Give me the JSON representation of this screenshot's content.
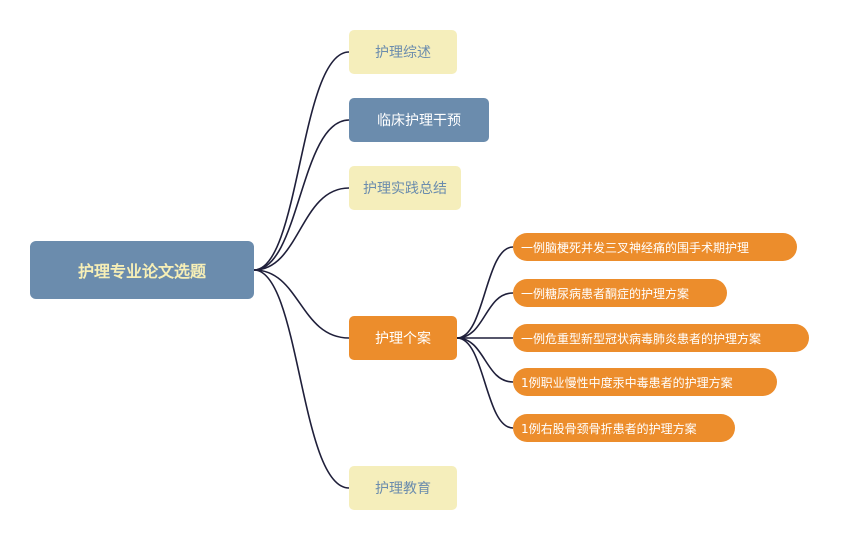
{
  "mindmap": {
    "root": {
      "label": "护理专业论文选题"
    },
    "branches": [
      {
        "label": "护理综述"
      },
      {
        "label": "临床护理干预"
      },
      {
        "label": "护理实践总结"
      },
      {
        "label": "护理个案"
      },
      {
        "label": "护理教育"
      }
    ],
    "case_topics": [
      {
        "label": "一例脑梗死并发三叉神经痛的围手术期护理"
      },
      {
        "label": "一例糖尿病患者酮症的护理方案"
      },
      {
        "label": "一例危重型新型冠状病毒肺炎患者的护理方案"
      },
      {
        "label": "1例职业慢性中度汞中毒患者的护理方案"
      },
      {
        "label": "1例右股骨颈骨折患者的护理方案"
      }
    ]
  },
  "colors": {
    "root_fill": "#6b8cad",
    "root_text": "#f7efb6",
    "light_fill": "#f5eebb",
    "highlight_fill": "#6b8cad",
    "accent_orange": "#ec8d2c",
    "connector": "#1f1f3a"
  }
}
